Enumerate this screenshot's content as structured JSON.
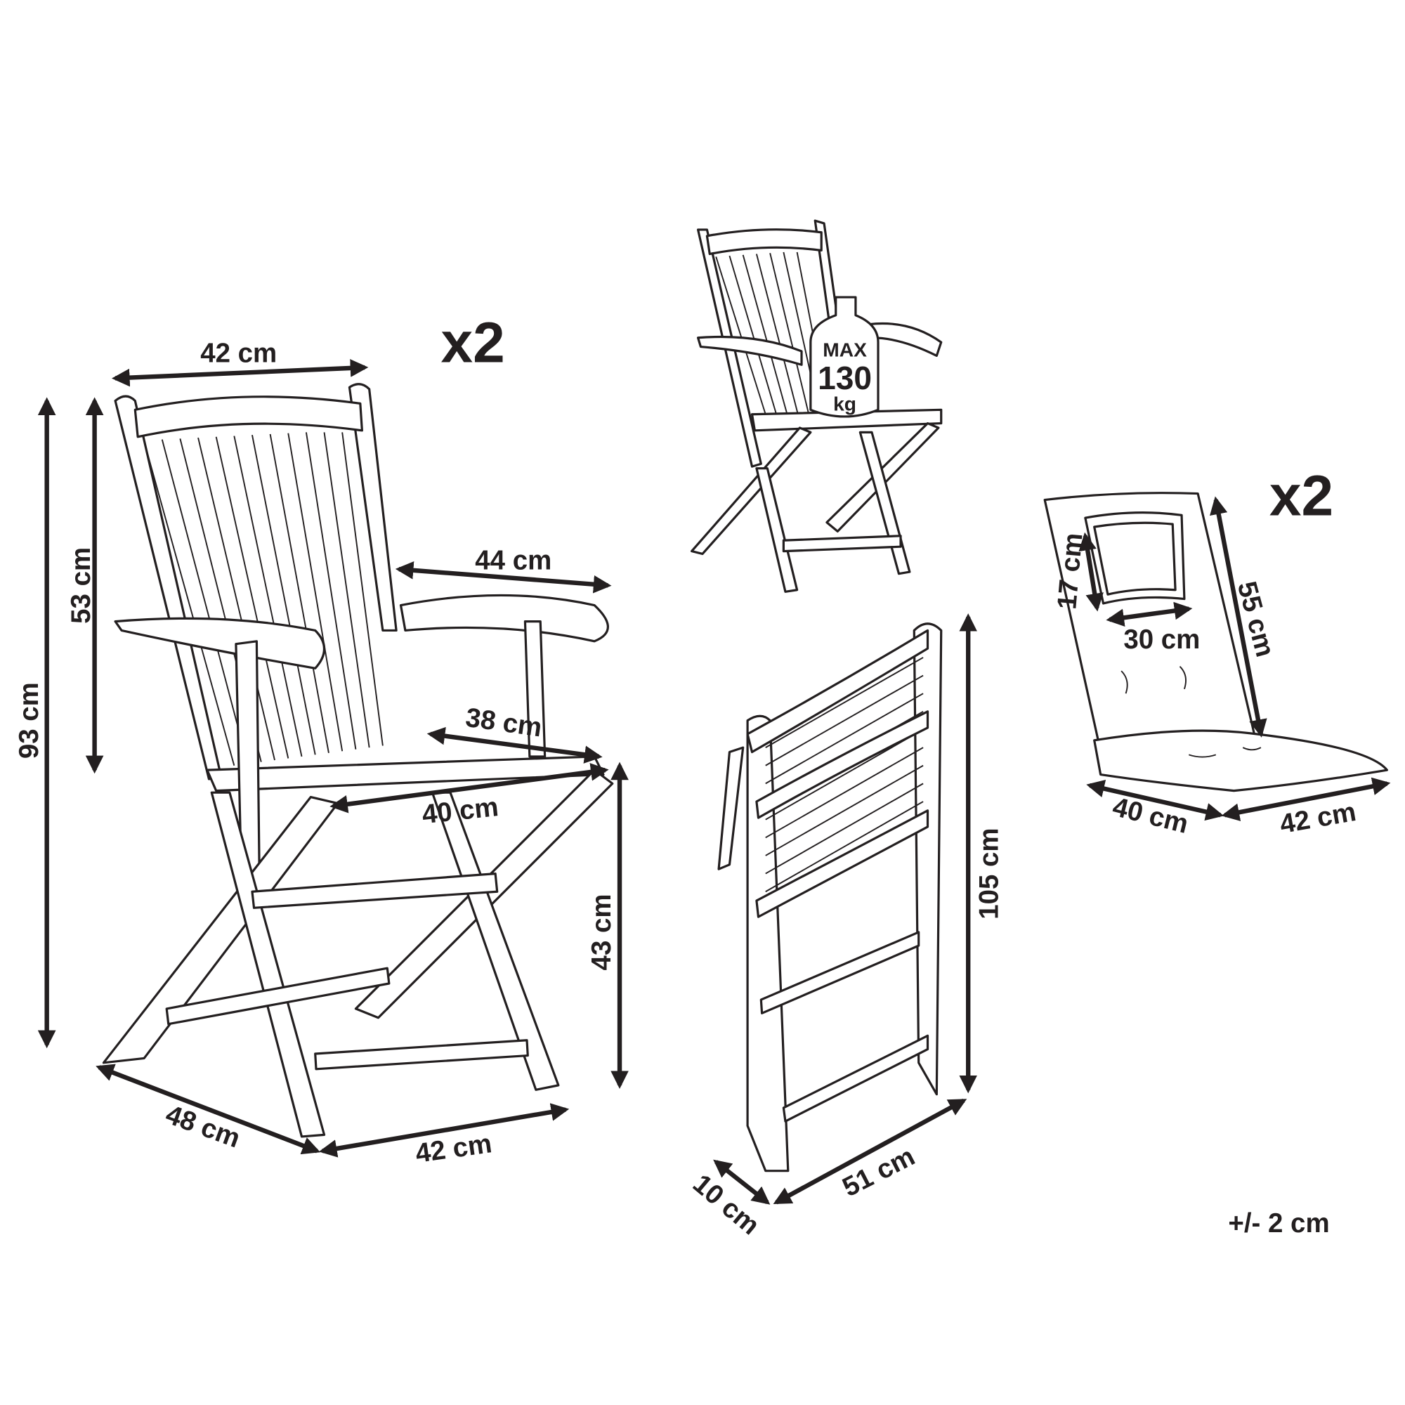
{
  "main_chair": {
    "quantity": "x2",
    "back_width": "42 cm",
    "total_height": "93 cm",
    "backrest_height": "53 cm",
    "armrest_depth": "44 cm",
    "seat_depth": "38 cm",
    "seat_width": "40 cm",
    "seat_height": "43 cm",
    "base_depth": "48 cm",
    "base_width": "42 cm"
  },
  "load_chair": {
    "weight_label": "MAX",
    "weight_value": "130",
    "weight_unit": "kg"
  },
  "folded_chair": {
    "height": "105 cm",
    "thickness": "10 cm",
    "width": "51 cm"
  },
  "cushion": {
    "quantity": "x2",
    "pillow_height": "17 cm",
    "pillow_width": "30 cm",
    "back_height": "55 cm",
    "seat_depth": "40 cm",
    "seat_width": "42 cm"
  },
  "tolerance": "+/- 2 cm",
  "colors": {
    "ink": "#231f20",
    "background": "#ffffff"
  }
}
